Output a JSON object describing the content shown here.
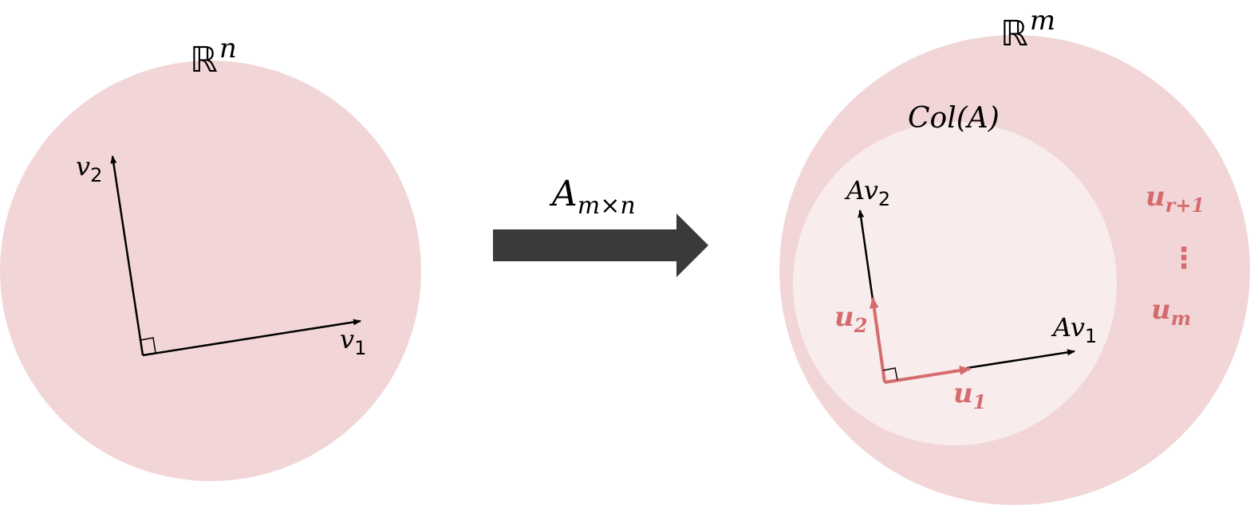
{
  "colors": {
    "region_fill": "#f2d6d7",
    "inner_region_fill": "#f8eced",
    "accent": "#d46c6e",
    "arrow_fill": "#3a3a3a",
    "ink": "#000000"
  },
  "left_space": {
    "label": {
      "symbol": "ℝ",
      "superscript": "n"
    },
    "vectors": [
      {
        "base": "v",
        "sub": "2"
      },
      {
        "base": "v",
        "sub": "1"
      }
    ]
  },
  "transform": {
    "label": {
      "base": "A",
      "sub": "m×n"
    },
    "arrow_icon": "right-block-arrow"
  },
  "right_space": {
    "label": {
      "symbol": "ℝ",
      "superscript": "m"
    },
    "column_space_label": "Col(A)",
    "image_vectors": [
      {
        "base": "Av",
        "sub": "2"
      },
      {
        "base": "Av",
        "sub": "1"
      }
    ],
    "basis_vectors": [
      {
        "base": "u",
        "sub": "2"
      },
      {
        "base": "u",
        "sub": "1"
      }
    ],
    "complement_vectors": [
      {
        "base": "u",
        "sub": "r+1"
      },
      {
        "base": "u",
        "sub": "m"
      }
    ],
    "ellipsis": "⋮"
  }
}
